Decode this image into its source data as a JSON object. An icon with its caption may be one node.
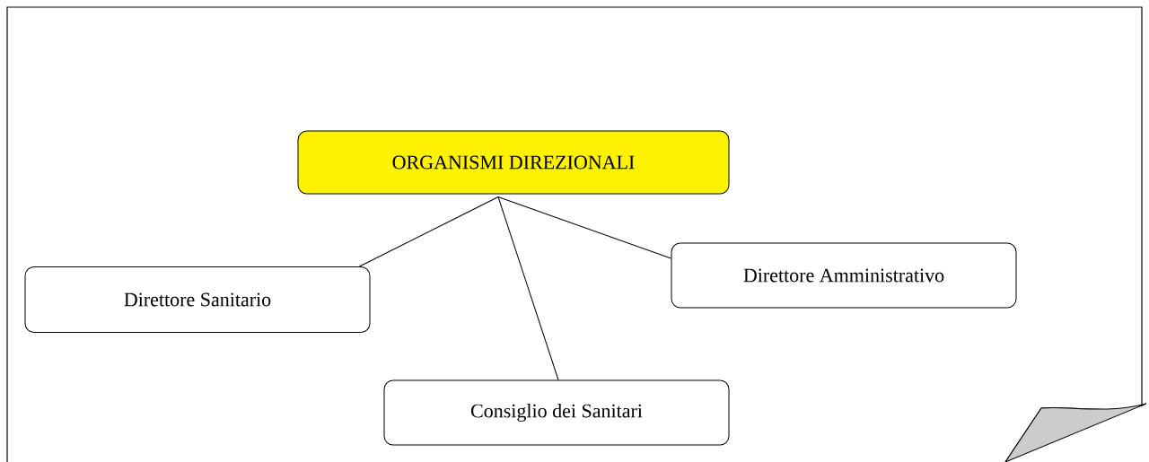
{
  "diagram": {
    "nodes": [
      {
        "text": [
          "ORGANISMI DIREZIONALI"
        ]
      },
      {
        "text": [
          "Direttore Sanitario"
        ]
      },
      {
        "text": [
          "Direttore Amministrativo"
        ]
      },
      {
        "text": [
          "Consiglio dei Sanitari"
        ]
      }
    ],
    "edges": [
      {
        "from": 0,
        "to": 1,
        "arrow": "none"
      },
      {
        "from": 0,
        "to": 3,
        "arrow": "none"
      },
      {
        "from": 0,
        "to": 2,
        "arrow": "none"
      }
    ]
  }
}
